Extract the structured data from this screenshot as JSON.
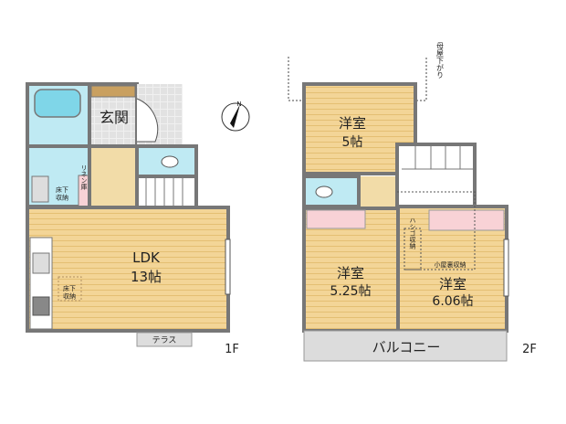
{
  "colors": {
    "wood": "#f3d597",
    "wood_stripe": "#e4bf73",
    "wet": "#bfeaf3",
    "wall": "#777777",
    "closet": "#f8d2d6",
    "balcony": "#dcdcdc",
    "tile": "#e8e8e8",
    "hall": "#f2dca8"
  },
  "floor1": {
    "label": "1F",
    "rooms": {
      "entrance": "玄関",
      "ldk_name": "LDK",
      "ldk_size": "13帖",
      "washroom_storage": "床下\n収納",
      "linen": "リネン庫",
      "kitchen_storage": "床下\n収納",
      "terrace": "テラス"
    }
  },
  "floor2": {
    "label": "2F",
    "rooms": {
      "room1_name": "洋室",
      "room1_size": "5帖",
      "room2_name": "洋室",
      "room2_size": "5.25帖",
      "room3_name": "洋室",
      "room3_size": "6.06帖",
      "balcony": "バルコニー",
      "ladder_storage": "ハシゴ収納",
      "attic_storage": "小屋裏収納",
      "roof_note": "母屋下がり"
    }
  },
  "compass": {
    "icon": "north-arrow-icon",
    "label": "N"
  }
}
